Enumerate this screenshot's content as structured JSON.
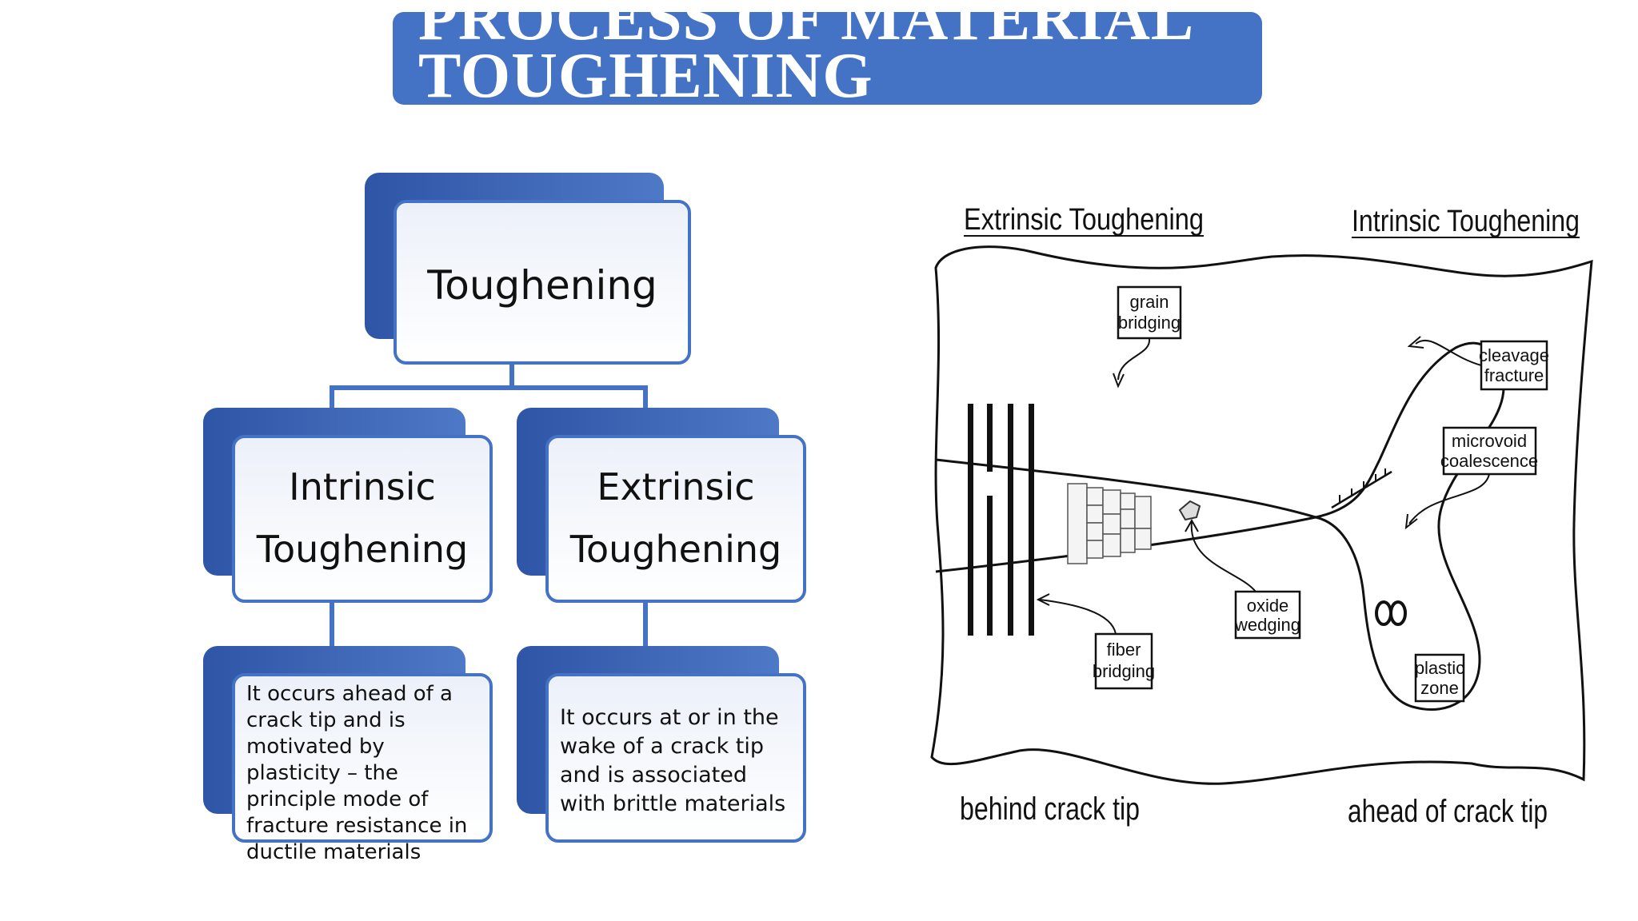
{
  "title": {
    "line1": "PROCESS OF  MATERIAL",
    "line2": "TOUGHENING"
  },
  "hierarchy": {
    "root": "Toughening",
    "intrinsic": {
      "line1": "Intrinsic",
      "line2": "Toughening"
    },
    "extrinsic": {
      "line1": "Extrinsic",
      "line2": "Toughening"
    },
    "intrinsic_desc": "It occurs ahead of a crack tip  and is motivated by plasticity – the principle mode of fracture resistance in ductile materials",
    "extrinsic_desc": "It occurs at or in the wake of a crack tip and is associated with brittle materials"
  },
  "schematic": {
    "extrinsic_heading": "Extrinsic Toughening",
    "intrinsic_heading": "Intrinsic Toughening",
    "behind": "behind crack tip",
    "ahead": "ahead of crack tip",
    "labels": {
      "grain_1": "grain",
      "grain_2": "bridging",
      "cleavage_1": "cleavage",
      "cleavage_2": "fracture",
      "microvoid_1": "microvoid",
      "microvoid_2": "coalescence",
      "oxide_1": "oxide",
      "oxide_2": "wedging",
      "fiber_1": "fiber",
      "fiber_2": "bridging",
      "plastic_1": "plastic",
      "plastic_2": "zone"
    }
  },
  "colors": {
    "accent": "#4472c4",
    "accent_dark": "#2f55a6"
  }
}
